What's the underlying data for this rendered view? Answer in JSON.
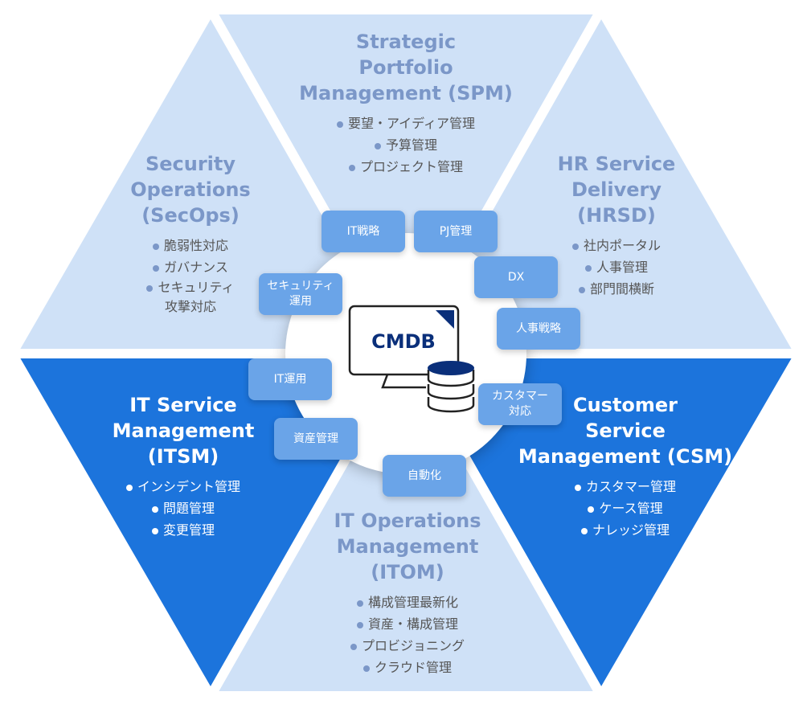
{
  "colors": {
    "light": "#cfe1f7",
    "dark": "#1c74dc",
    "pill": "#6aa4e8",
    "title": "#7b97c8",
    "cmdb": "#0a2f7a"
  },
  "center": {
    "label": "CMDB"
  },
  "sections": {
    "spm": {
      "title": "Strategic\nPortfolio\nManagement (SPM)",
      "items": [
        "要望・アイディア管理",
        "予算管理",
        "プロジェクト管理"
      ]
    },
    "secops": {
      "title": "Security\nOperations\n(SecOps)",
      "items": [
        "脆弱性対応",
        "ガバナンス",
        "セキュリティ\n攻撃対応"
      ]
    },
    "hrsd": {
      "title": "HR Service\nDelivery\n(HRSD)",
      "items": [
        "社内ポータル",
        "人事管理",
        "部門間横断"
      ]
    },
    "itsm": {
      "title": "IT Service\nManagement\n(ITSM)",
      "items": [
        "インシデント管理",
        "問題管理",
        "変更管理"
      ]
    },
    "csm": {
      "title": "Customer\nService\nManagement (CSM)",
      "items": [
        "カスタマー管理",
        "ケース管理",
        "ナレッジ管理"
      ]
    },
    "itom": {
      "title": "IT Operations\nManagement\n(ITOM)",
      "items": [
        "構成管理最新化",
        "資産・構成管理",
        "プロビジョニング",
        "クラウド管理"
      ]
    }
  },
  "pills": [
    "IT戦略",
    "PJ管理",
    "セキュリティ\n運用",
    "DX",
    "人事戦略",
    "IT運用",
    "カスタマー\n対応",
    "資産管理",
    "自動化"
  ]
}
